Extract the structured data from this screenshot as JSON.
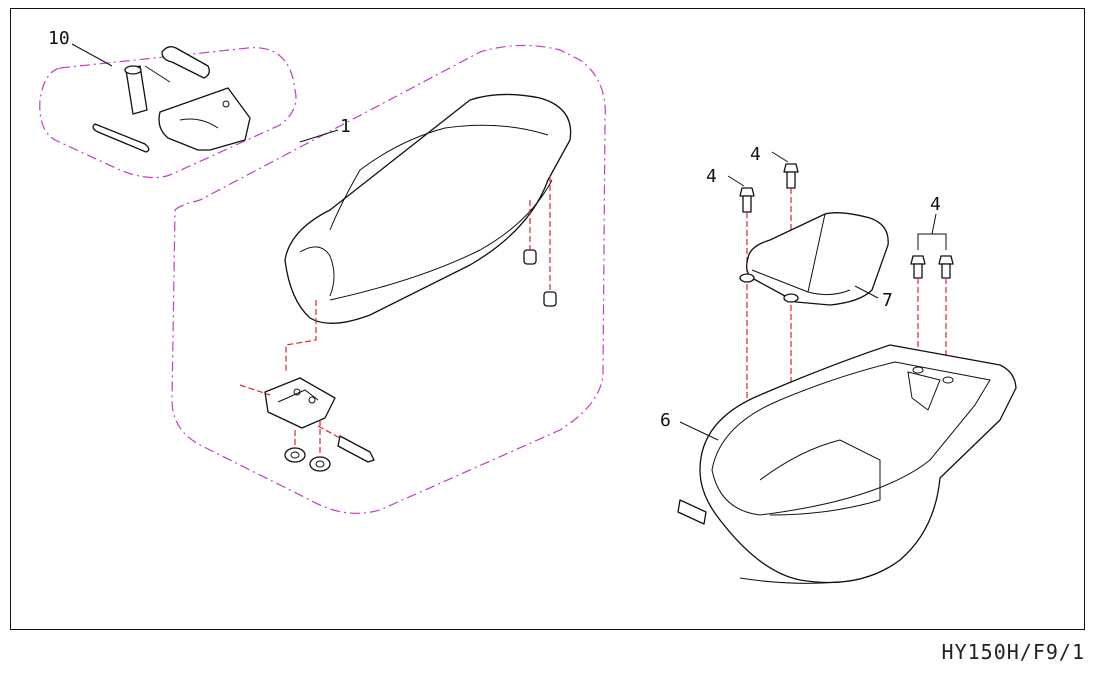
{
  "document_code": "HY150H/F9/1",
  "callouts": {
    "tool_kit": "10",
    "seat": "1",
    "bolt_a": "4",
    "bolt_b": "4",
    "bolt_group": "4",
    "cover": "7",
    "storage_box": "6"
  },
  "colors": {
    "group_boundary": "#c53cc8",
    "assembly_line": "#dd2233",
    "ink": "#111111"
  }
}
